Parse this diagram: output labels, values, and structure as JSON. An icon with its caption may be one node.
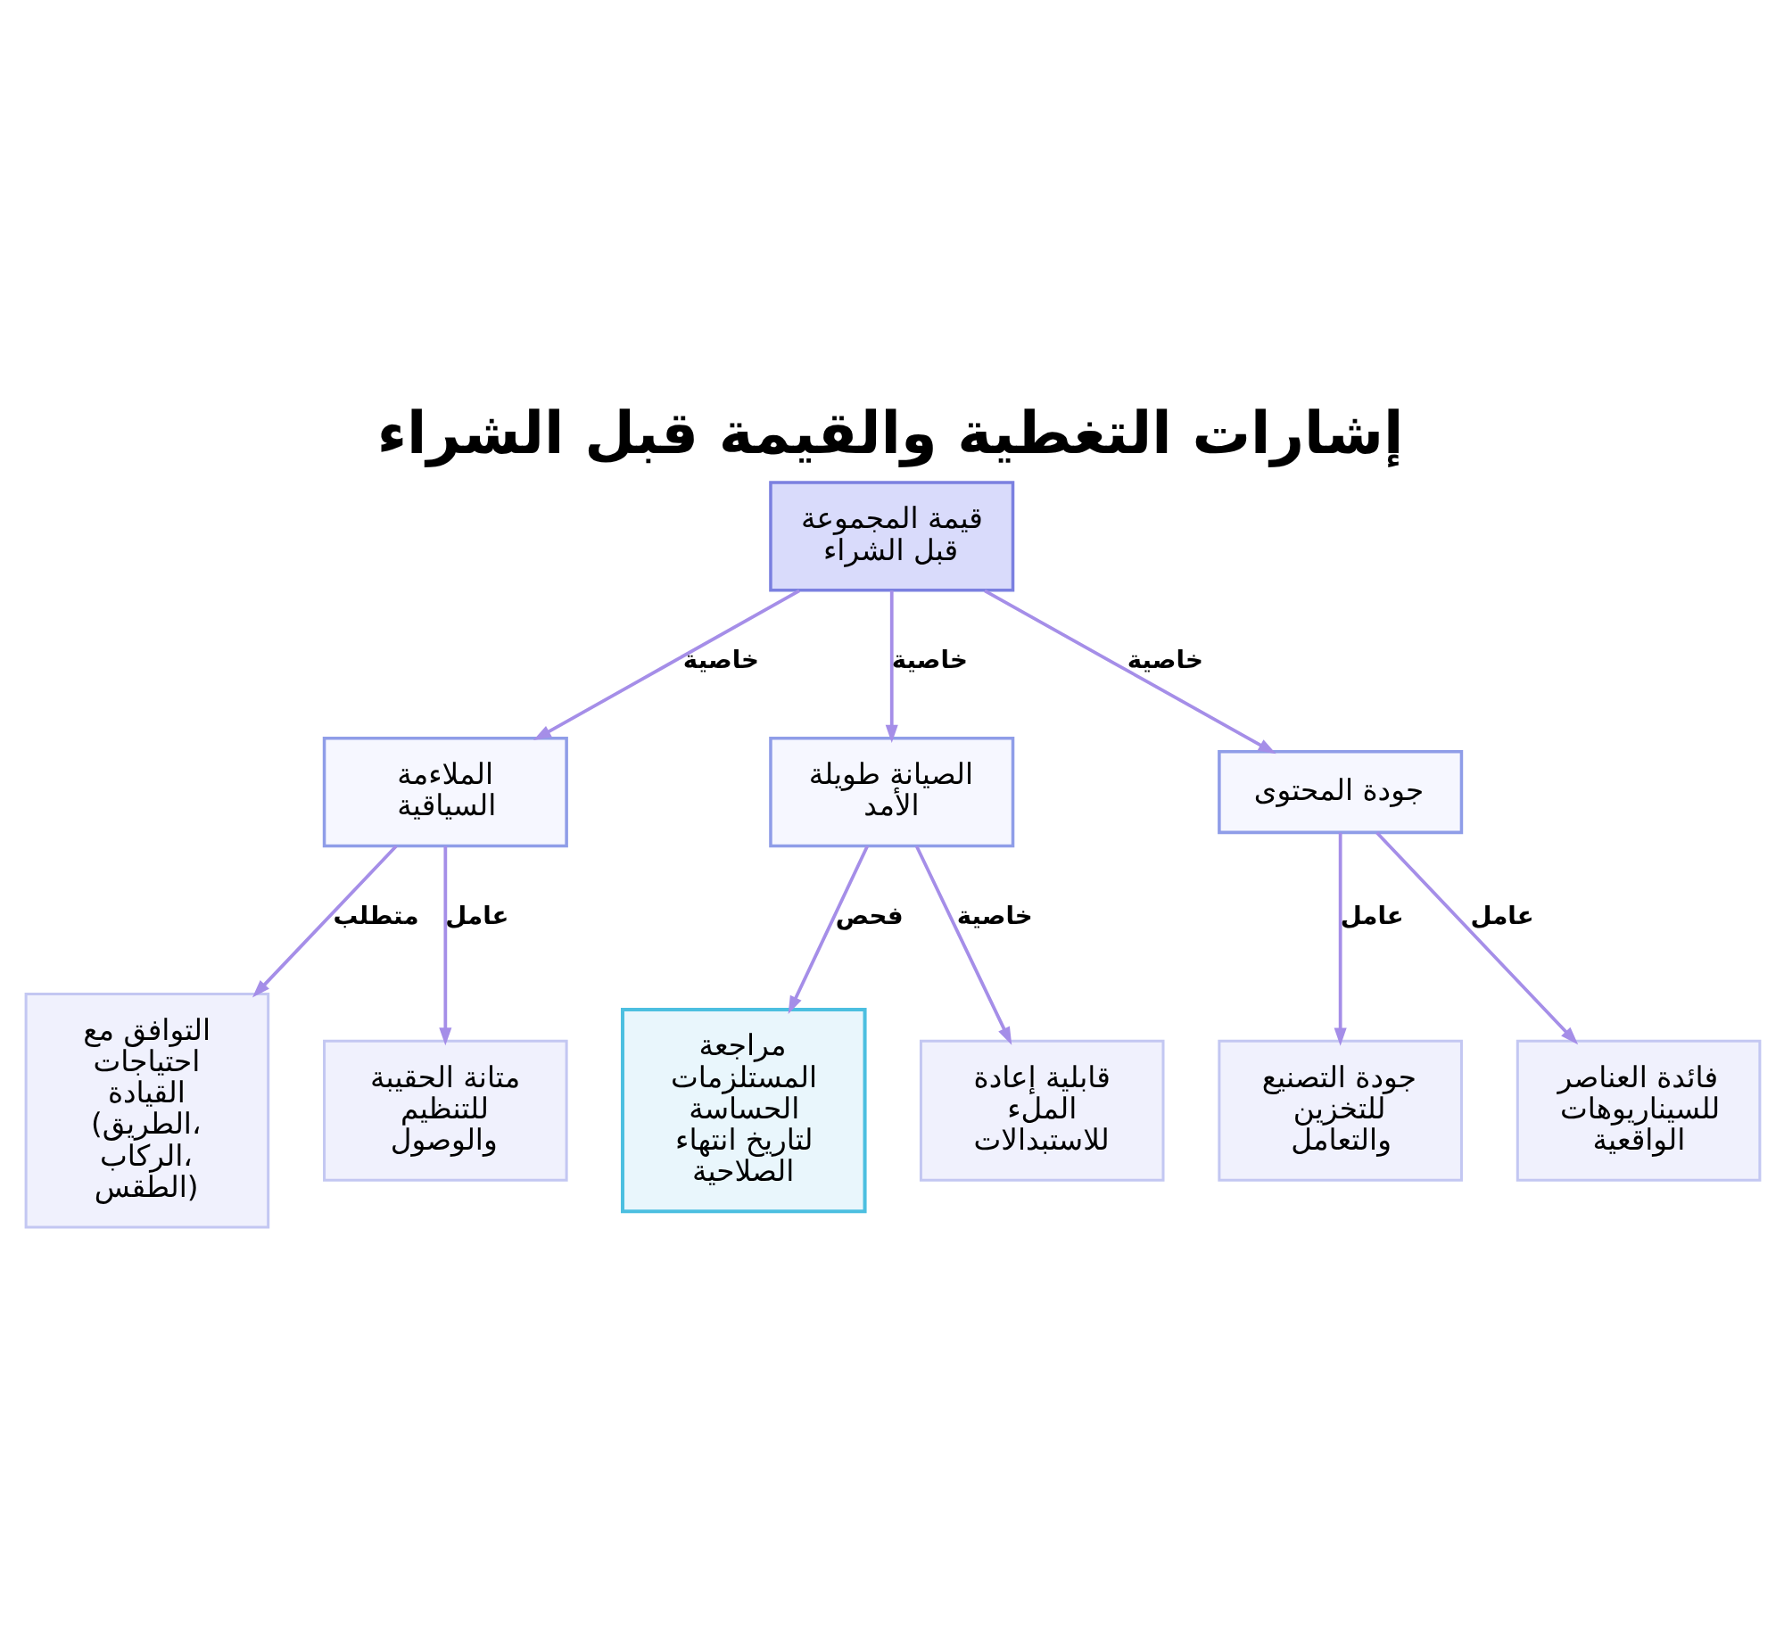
{
  "diagram": {
    "title": "إشارات التغطية والقيمة قبل الشراء",
    "nodes": [
      {
        "text": [
          "قيمة المجموعة قبل الشراء"
        ]
      },
      {
        "text": [
          "الملاءمة السياقية"
        ]
      },
      {
        "text": [
          "الصيانة طويلة الأمد"
        ]
      },
      {
        "text": [
          "جودة المحتوى"
        ]
      },
      {
        "text": [
          "التوافق مع احتياجات القيادة (الطريق، الركاب، الطقس)"
        ]
      },
      {
        "text": [
          "متانة الحقيبة للتنظيم والوصول"
        ]
      },
      {
        "text": [
          "مراجعة المستلزمات الحساسة لتاريخ انتهاء الصلاحية"
        ]
      },
      {
        "text": [
          "قابلية إعادة الملء للاستبدالات"
        ]
      },
      {
        "text": [
          "جودة التصنيع للتخزين والتعامل"
        ]
      },
      {
        "text": [
          "فائدة العناصر للسيناريوهات الواقعية"
        ]
      }
    ],
    "edges": [
      {
        "from": 0,
        "to": 1,
        "arrow": "to",
        "label": "خاصية"
      },
      {
        "from": 0,
        "to": 2,
        "arrow": "to",
        "label": "خاصية"
      },
      {
        "from": 0,
        "to": 3,
        "arrow": "to",
        "label": "خاصية"
      },
      {
        "from": 1,
        "to": 4,
        "arrow": "to",
        "label": "متطلب"
      },
      {
        "from": 1,
        "to": 5,
        "arrow": "to",
        "label": "عامل"
      },
      {
        "from": 2,
        "to": 6,
        "arrow": "to",
        "label": "فحص"
      },
      {
        "from": 2,
        "to": 7,
        "arrow": "to",
        "label": "خاصية"
      },
      {
        "from": 3,
        "to": 8,
        "arrow": "to",
        "label": "عامل"
      },
      {
        "from": 3,
        "to": 9,
        "arrow": "to",
        "label": "عامل"
      }
    ]
  }
}
